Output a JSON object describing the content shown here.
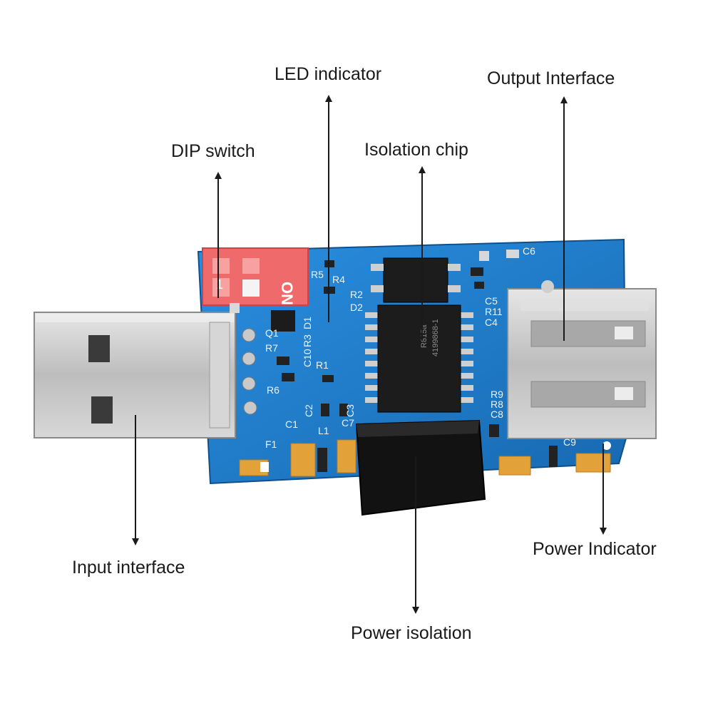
{
  "callouts": {
    "led_indicator": "LED indicator",
    "output_interface": "Output Interface",
    "dip_switch": "DIP switch",
    "isolation_chip": "Isolation chip",
    "input_interface": "Input interface",
    "power_indicator": "Power Indicator",
    "power_isolation": "Power isolation"
  },
  "board_labels": {
    "dip_on": "ON",
    "dip_1": "1",
    "r5": "R5",
    "r4": "R4",
    "r2": "R2",
    "d2": "D2",
    "q1": "Q1",
    "d1": "D1",
    "r3": "R3",
    "c10": "C10",
    "r7": "R7",
    "r6": "R6",
    "r1": "R1",
    "c1": "C1",
    "c2": "C2",
    "c3": "C3",
    "c7": "C7",
    "l1": "L1",
    "f1": "F1",
    "c5": "C5",
    "r11": "R11",
    "c4": "C4",
    "c6": "C6",
    "r9": "R9",
    "r8": "R8",
    "c8": "C8",
    "c9": "C9",
    "chip_line1": "R815a",
    "chip_line2": "4199868-1"
  },
  "colors": {
    "pcb": "#1f7fcf",
    "dip_body": "#f06a6a",
    "usb_metal": "#c9c9c9",
    "chip": "#1e1e1e",
    "capacitor": "#e3a13a",
    "arrow": "#1a1a1a"
  }
}
